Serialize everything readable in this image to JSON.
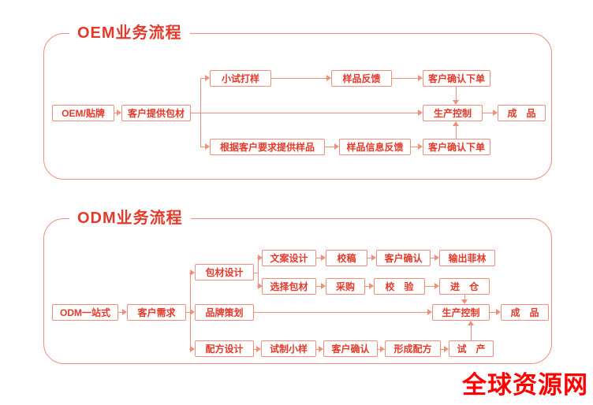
{
  "oem": {
    "title": "OEM业务流程",
    "nodes": {
      "start": "OEM/贴牌",
      "package": "客户提供包材",
      "trial": "小试打样",
      "feedback": "样品反馈",
      "confirm_top": "客户确认下单",
      "production": "生产控制",
      "finished": "成　品",
      "sample_req": "根据客户要求提供样品",
      "sample_info": "样品信息反馈",
      "confirm_bottom": "客户确认下单"
    }
  },
  "odm": {
    "title": "ODM业务流程",
    "nodes": {
      "start": "ODM一站式",
      "demand": "客户需求",
      "brand": "品牌策划",
      "package_design": "包材设计",
      "copy_design": "文案设计",
      "proof": "校稿",
      "confirm_copy": "客户确认",
      "film": "输出菲林",
      "select_package": "选择包材",
      "purchase": "采购",
      "check": "校　验",
      "warehouse": "进　仓",
      "production": "生产控制",
      "finished": "成　品",
      "formula_design": "配方设计",
      "trial_sample": "试制小样",
      "confirm_formula": "客户确认",
      "formula": "形成配方",
      "trial_production": "试　产"
    }
  },
  "watermark": {
    "text": "全球资源网"
  },
  "colors": {
    "line": "#ef8f7e",
    "node_border": "#ef8f7e",
    "node_text": "#e23a2b",
    "title": "#e23a2b",
    "watermark": "#fe0000"
  }
}
